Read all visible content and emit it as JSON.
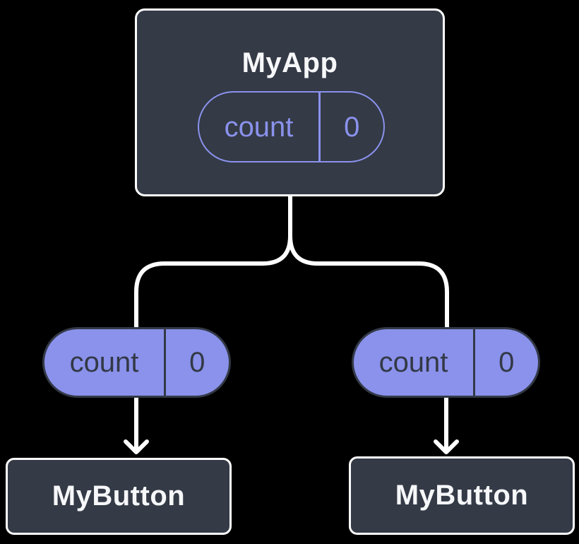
{
  "diagram_type": "component-tree",
  "colors": {
    "background": "#000000",
    "node_fill": "#343a46",
    "node_border": "#ffffff",
    "title_text": "#f6f7f9",
    "purple": "#8a92ec",
    "dark_text": "#333946",
    "pill_border": "#333946",
    "line": "#ffffff"
  },
  "nodes": {
    "root": {
      "label": "MyApp",
      "state": {
        "key": "count",
        "value": "0"
      }
    },
    "left_branch": {
      "prop": {
        "key": "count",
        "value": "0"
      },
      "child": {
        "label": "MyButton"
      }
    },
    "right_branch": {
      "prop": {
        "key": "count",
        "value": "0"
      },
      "child": {
        "label": "MyButton"
      }
    }
  }
}
